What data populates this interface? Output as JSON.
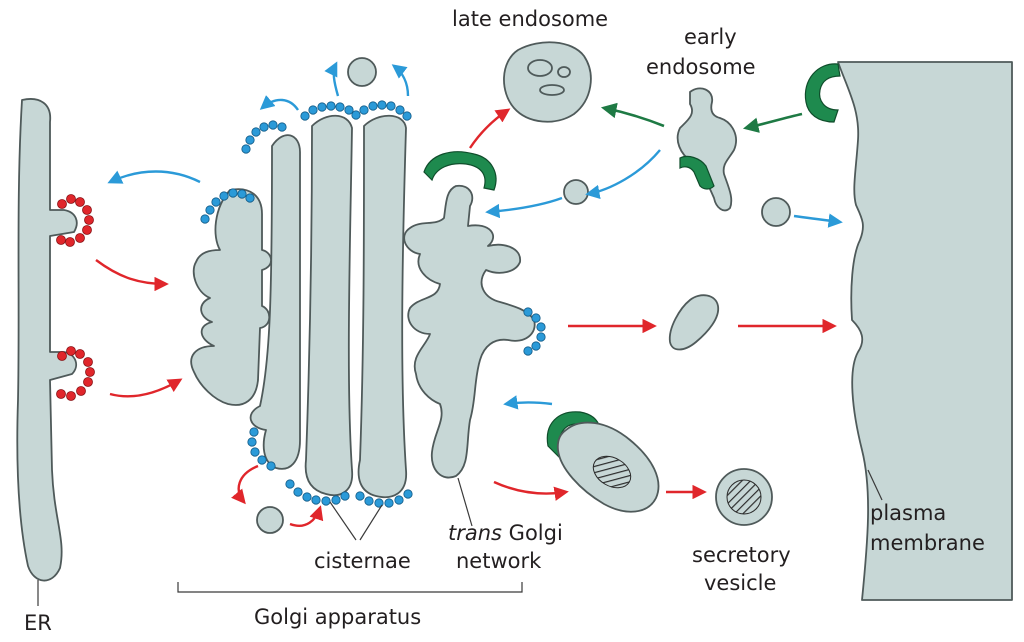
{
  "labels": {
    "late_endosome": "late endosome",
    "early_endosome_1": "early",
    "early_endosome_2": "endosome",
    "plasma_membrane_1": "plasma",
    "plasma_membrane_2": "membrane",
    "secretory_vesicle_1": "secretory",
    "secretory_vesicle_2": "vesicle",
    "trans_italic": "trans",
    "trans_golgi_rest": " Golgi",
    "trans_golgi_network": "network",
    "cisternae": "cisternae",
    "golgi_apparatus": "Golgi apparatus",
    "er": "ER"
  },
  "colors": {
    "organelle_fill": "#c7d7d6",
    "organelle_stroke": "#4f5a5a",
    "copii_coat": "#e0262b",
    "copi_coat": "#2b9ad8",
    "clathrin_coat": "#1e8a4e",
    "anterograde_arrow": "#e0262b",
    "retrograde_arrow": "#2b9ad8",
    "endocytic_arrow": "#1e7a44"
  }
}
